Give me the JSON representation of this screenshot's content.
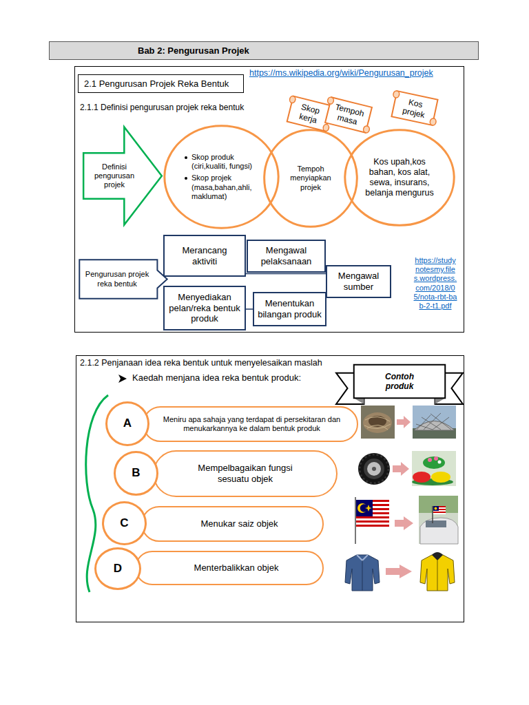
{
  "diagram": {
    "title": "Bab 2: Pengurusan Projek",
    "nodes": [
      {
        "text": [
          "2.1 Pengurusan Projek Reka Bentuk"
        ]
      },
      {
        "text": [
          "Definisi pengurusan projek"
        ]
      },
      {
        "text": [
          "Skop kerja"
        ]
      },
      {
        "text": [
          "Skop produk (ciri,kualiti, fungsi)",
          "Skop projek (masa,bahan,ahli, maklumat)"
        ]
      },
      {
        "text": [
          "Tempoh masa"
        ]
      },
      {
        "text": [
          "Tempoh menyiapkan projek"
        ]
      },
      {
        "text": [
          "Kos projek"
        ]
      },
      {
        "text": [
          "Kos upah,kos bahan, kos alat, sewa, insurans, belanja mengurus"
        ]
      },
      {
        "text": [
          "Pengurusan projek reka bentuk"
        ]
      },
      {
        "text": [
          "Merancang aktiviti"
        ]
      },
      {
        "text": [
          "Mengawal pelaksanaan"
        ]
      },
      {
        "text": [
          "Mengawal sumber"
        ]
      },
      {
        "text": [
          "Menyediakan pelan/reka bentuk produk"
        ]
      },
      {
        "text": [
          "Menentukan bilangan produk"
        ]
      },
      {
        "text": [
          "Contoh produk"
        ]
      },
      {
        "text": [
          "A"
        ]
      },
      {
        "text": [
          "Meniru apa sahaja yang terdapat di persekitaran dan menukarkannya ke dalam bentuk produk"
        ]
      },
      {
        "text": [
          "B"
        ]
      },
      {
        "text": [
          "Mempelbagaikan fungsi sesuatu objek"
        ]
      },
      {
        "text": [
          "C"
        ]
      },
      {
        "text": [
          "Menukar saiz objek"
        ]
      },
      {
        "text": [
          "D"
        ]
      },
      {
        "text": [
          "Menterbalikkan objek"
        ]
      }
    ],
    "edges": [
      {
        "from": 9,
        "to": 11,
        "arrow": "none"
      },
      {
        "from": 12,
        "to": 13,
        "arrow": "none"
      }
    ],
    "labels": [
      "https://ms.wikipedia.org/wiki/Pengurusan_projek",
      "2.1.1 Definisi pengurusan projek reka bentuk",
      "https://studynotesmy.files.wordpress.com/2018/05/nota-rbt-bab-2-t1.pdf",
      "2.1.2 Penjanaan idea reka bentuk untuk menyelesaikan maslah",
      "Kaedah menjana idea reka bentuk produk:"
    ]
  }
}
